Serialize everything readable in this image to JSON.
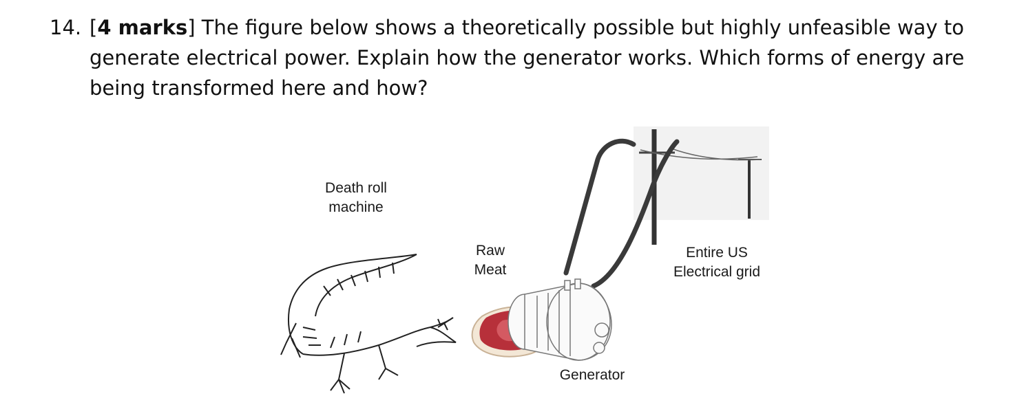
{
  "question": {
    "number": "14.",
    "marks": "4 marks",
    "text": "The figure below shows a theoretically possible but highly unfeasible way to generate electrical power. Explain how the generator works. Which forms of energy are being transformed here and how?"
  },
  "figure": {
    "labels": {
      "death_roll_line1": "Death roll",
      "death_roll_line2": "machine",
      "raw_meat_line1": "Raw",
      "raw_meat_line2": "Meat",
      "generator": "Generator",
      "grid_line1": "Entire US",
      "grid_line2": "Electrical grid"
    },
    "icons": [
      "crocodile-illustration",
      "raw-meat-steak",
      "generator-illustration",
      "power-pole-illustration"
    ]
  }
}
